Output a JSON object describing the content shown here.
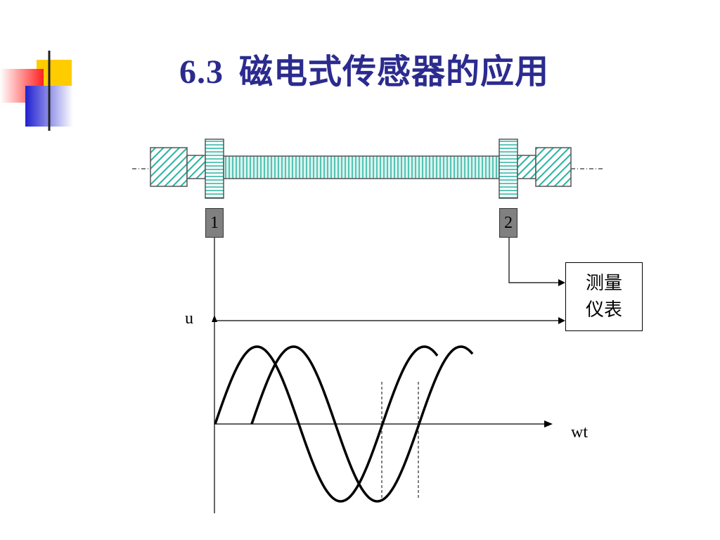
{
  "title": {
    "number": "6.3",
    "text": "磁电式传感器的应用"
  },
  "sensors": [
    {
      "label": "1"
    },
    {
      "label": "2"
    }
  ],
  "meter": {
    "line1": "测量",
    "line2": "仪表"
  },
  "axes": {
    "y_label": "u",
    "x_label": "wt"
  },
  "colors": {
    "title": "#2b2b8f",
    "shaft": "#28b4a0",
    "label_box": "#808080"
  }
}
